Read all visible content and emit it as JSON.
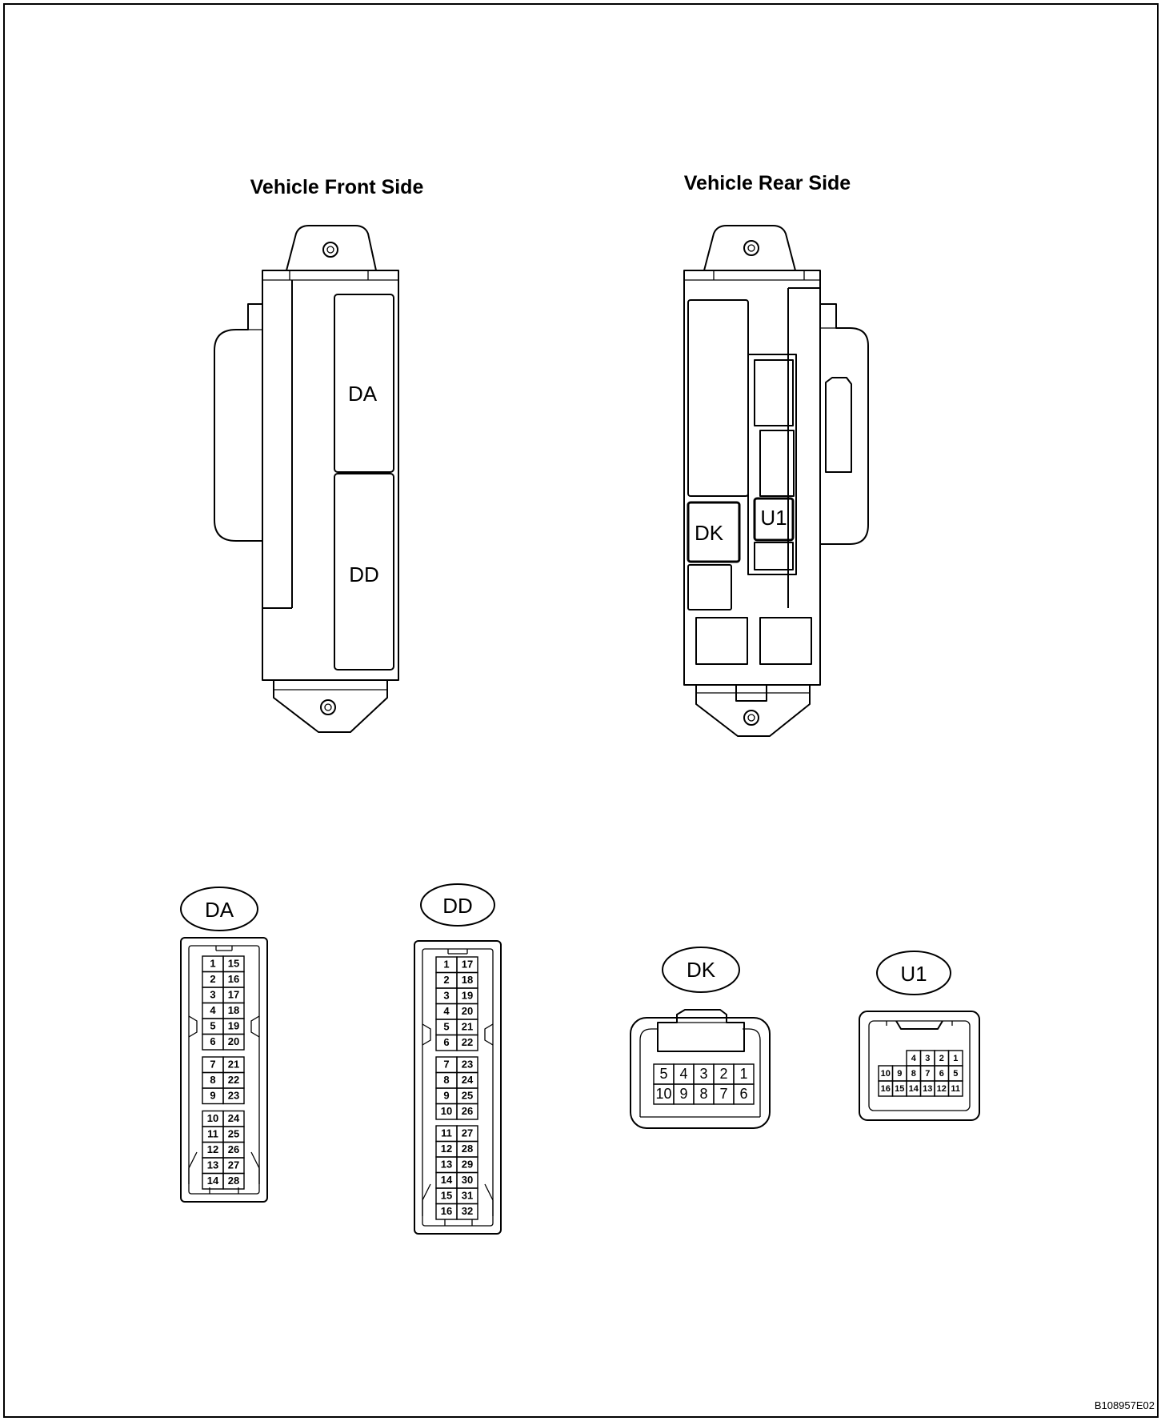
{
  "titles": {
    "front": "Vehicle Front Side",
    "rear": "Vehicle Rear Side"
  },
  "ecu_labels": {
    "DA": "DA",
    "DD": "DD",
    "DK": "DK",
    "U1": "U1"
  },
  "connectors": {
    "DA": {
      "label": "DA",
      "groups": [
        [
          [
            "1",
            "15"
          ],
          [
            "2",
            "16"
          ],
          [
            "3",
            "17"
          ],
          [
            "4",
            "18"
          ],
          [
            "5",
            "19"
          ],
          [
            "6",
            "20"
          ]
        ],
        [
          [
            "7",
            "21"
          ],
          [
            "8",
            "22"
          ],
          [
            "9",
            "23"
          ]
        ],
        [
          [
            "10",
            "24"
          ],
          [
            "11",
            "25"
          ],
          [
            "12",
            "26"
          ],
          [
            "13",
            "27"
          ],
          [
            "14",
            "28"
          ]
        ]
      ]
    },
    "DD": {
      "label": "DD",
      "groups": [
        [
          [
            "1",
            "17"
          ],
          [
            "2",
            "18"
          ],
          [
            "3",
            "19"
          ],
          [
            "4",
            "20"
          ],
          [
            "5",
            "21"
          ],
          [
            "6",
            "22"
          ]
        ],
        [
          [
            "7",
            "23"
          ],
          [
            "8",
            "24"
          ],
          [
            "9",
            "25"
          ],
          [
            "10",
            "26"
          ]
        ],
        [
          [
            "11",
            "27"
          ],
          [
            "12",
            "28"
          ],
          [
            "13",
            "29"
          ],
          [
            "14",
            "30"
          ],
          [
            "15",
            "31"
          ],
          [
            "16",
            "32"
          ]
        ]
      ]
    },
    "DK": {
      "label": "DK",
      "rows": [
        [
          "5",
          "4",
          "3",
          "2",
          "1"
        ],
        [
          "10",
          "9",
          "8",
          "7",
          "6"
        ]
      ]
    },
    "U1": {
      "label": "U1",
      "rows": [
        [
          "4",
          "3",
          "2",
          "1"
        ],
        [
          "10",
          "9",
          "8",
          "7",
          "6",
          "5"
        ],
        [
          "16",
          "15",
          "14",
          "13",
          "12",
          "11"
        ]
      ]
    }
  },
  "figure_code": "B108957E02"
}
